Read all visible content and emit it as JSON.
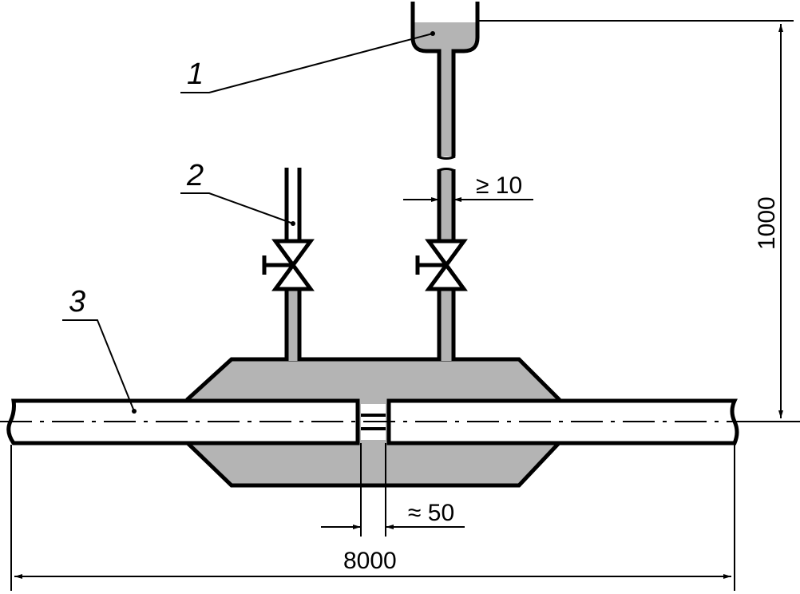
{
  "callouts": {
    "vessel": "1",
    "valve_line": "2",
    "pipe": "3"
  },
  "dimensions": {
    "tube_width": "≥ 10",
    "gap_width": "≈ 50",
    "height": "1000",
    "length": "8000"
  },
  "colors": {
    "line": "#000000",
    "fill": "#b4b4b4",
    "background": "#ffffff"
  },
  "icons": {
    "valve": "valve-icon",
    "arrow": "dimension-arrow-icon"
  }
}
